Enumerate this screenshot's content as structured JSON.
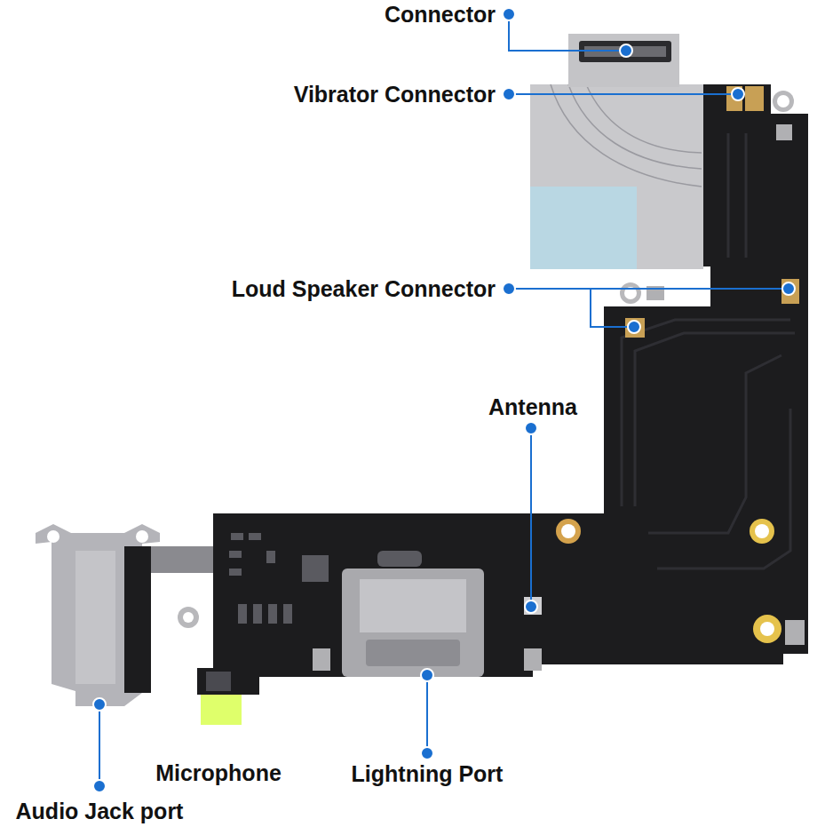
{
  "diagram": {
    "labels": [
      "Connector",
      "Vibrator Connector",
      "Loud Speaker Connector",
      "Antenna",
      "Microphone",
      "Lightning Port",
      "Audio Jack port"
    ]
  }
}
